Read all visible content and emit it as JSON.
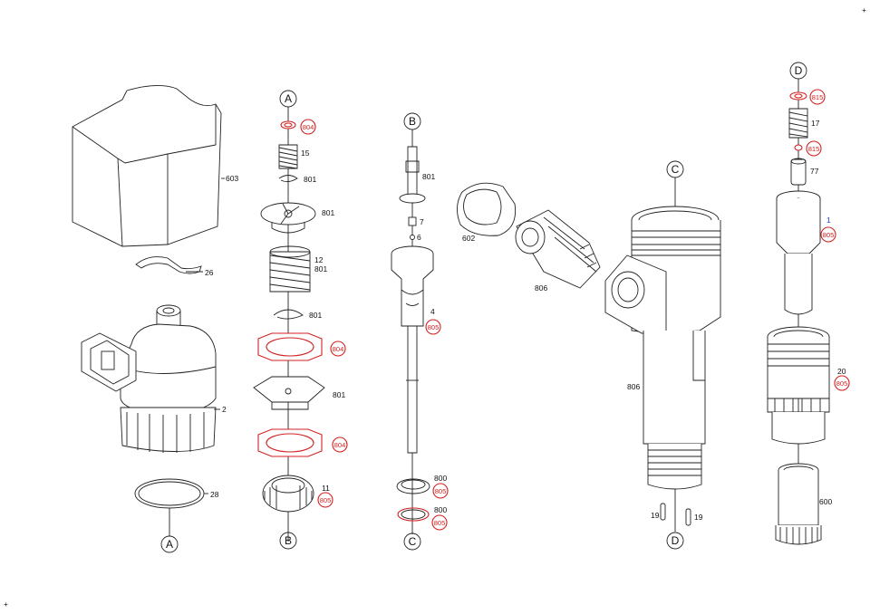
{
  "colors": {
    "line": "#222222",
    "highlight": "#d42020",
    "blue_label": "#1f3fbf"
  },
  "connectors": {
    "A_top": "A",
    "A_bottom": "A",
    "B_top": "B",
    "B_bottom": "B",
    "C_top": "C",
    "C_bottom": "C",
    "D_top": "D",
    "D_bottom": "D"
  },
  "labels": {
    "p603": "603",
    "p26": "26",
    "p2": "2",
    "p28": "28",
    "p15": "15",
    "p801a": "801",
    "p801b": "801",
    "p12": "12",
    "p801c": "801",
    "p801d": "801",
    "p801e": "801",
    "p11": "11",
    "p801f": "801",
    "p7": "7",
    "p6": "6",
    "p4": "4",
    "p800a": "800",
    "p800b": "800",
    "p602": "602",
    "p806a": "806",
    "p806b": "806",
    "p19a": "19",
    "p19b": "19",
    "p17": "17",
    "p77": "77",
    "p1": "1",
    "p20": "20",
    "p600": "600"
  },
  "red_labels": {
    "r804a": "804",
    "r804b": "804",
    "r804c": "804",
    "r805a": "805",
    "r805b": "805",
    "r805c": "805",
    "r805d": "805",
    "r815a": "815",
    "r815b": "815",
    "r805e": "805",
    "r805f": "805"
  },
  "corner_marks": {
    "top_right": "+",
    "bottom_left": "+"
  }
}
